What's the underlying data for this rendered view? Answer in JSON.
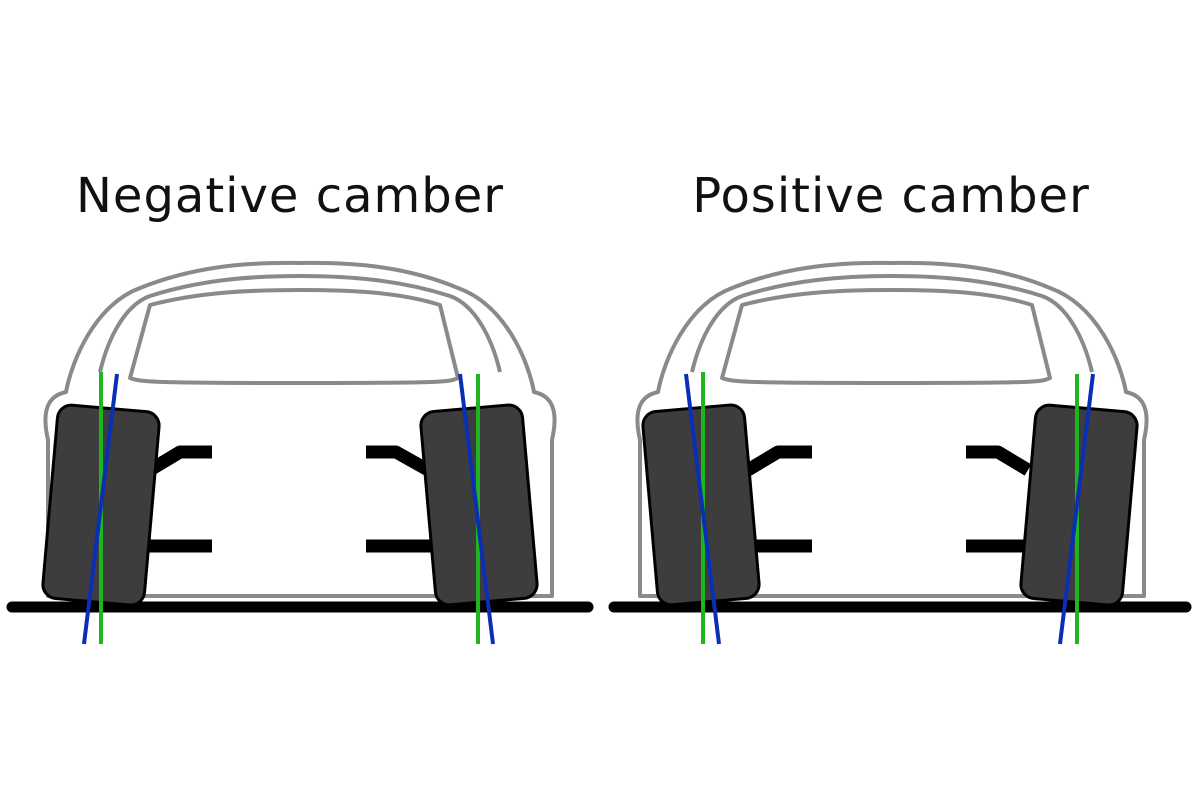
{
  "panels": [
    {
      "id": "negative",
      "title": "Negative camber",
      "camber": "negative"
    },
    {
      "id": "positive",
      "title": "Positive camber",
      "camber": "positive"
    }
  ],
  "colors": {
    "vertical_reference": "#1fb51f",
    "wheel_axis": "#0a2fb5",
    "tire": "#3d3d3d",
    "car_outline": "#8a8a8a",
    "ground": "#000000"
  }
}
